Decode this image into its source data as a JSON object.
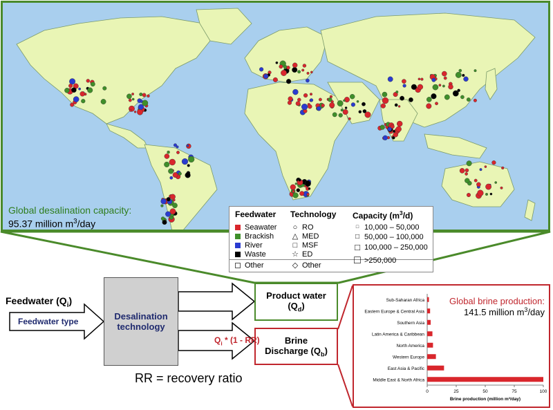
{
  "map": {
    "capacity_label": "Global desalination capacity:",
    "capacity_value": "95.37 million m",
    "capacity_unit_sup": "3",
    "capacity_value_suffix": "/day",
    "ocean_color": "#a9cfee",
    "land_color": "#e9f5b5",
    "border_color": "#4a8a2a"
  },
  "legend": {
    "feedwater": {
      "title": "Feedwater",
      "items": [
        {
          "label": "Seawater",
          "color": "#d9262c"
        },
        {
          "label": "Brackish",
          "color": "#3f8f2a"
        },
        {
          "label": "River",
          "color": "#2a3bd0"
        },
        {
          "label": "Waste",
          "color": "#000000"
        },
        {
          "label": "Other",
          "color": "#ffffff"
        }
      ]
    },
    "technology": {
      "title": "Technology",
      "items": [
        {
          "label": "RO",
          "symbol": "○"
        },
        {
          "label": "MED",
          "symbol": "△"
        },
        {
          "label": "MSF",
          "symbol": "□"
        },
        {
          "label": "ED",
          "symbol": "☆"
        },
        {
          "label": "Other",
          "symbol": "◇"
        }
      ]
    },
    "capacity": {
      "title": "Capacity (m",
      "title_sup": "3",
      "title_suffix": "/d)",
      "items": [
        {
          "label": "10,000 – 50,000"
        },
        {
          "label": "50,000 – 100,000"
        },
        {
          "label": "100,000 – 250,000"
        },
        {
          "label": ">250,000"
        }
      ]
    }
  },
  "flow": {
    "feedwater_label": "Feedwater (Q",
    "feedwater_sub": "i",
    "feedwater_close": ")",
    "feedwater_type": "Feedwater type",
    "tech_label_1": "Desalination",
    "tech_label_2": "technology",
    "product_label": "Product water",
    "product_q": "(Q",
    "product_sub": "d",
    "product_close": ")",
    "ratio_q": "Q",
    "ratio_sub": "i",
    "ratio_rest": " * (1 - RR)",
    "brine_label": "Brine",
    "brine_label_2": "Discharge (Q",
    "brine_sub": "b",
    "brine_close": ")",
    "rr_label": "RR = recovery ratio",
    "green": "#4a8a2a",
    "red": "#c0262d"
  },
  "chart_data": {
    "type": "bar",
    "orientation": "horizontal",
    "title": "Global brine production:",
    "subtitle": "141.5 million m",
    "subtitle_sup": "3",
    "subtitle_suffix": "/day",
    "xlabel": "Brine production (million m³/day)",
    "categories": [
      "Sub-Saharan Africa",
      "Eastern Europe & Central Asia",
      "Southern Asia",
      "Latin America & Caribbean",
      "North America",
      "Western Europe",
      "East Asia & Pacific",
      "Middle East & North Africa"
    ],
    "values": [
      1.5,
      2.5,
      3,
      4.5,
      5,
      7.5,
      14.5,
      100
    ],
    "xlim": [
      0,
      100
    ],
    "xticks": [
      0,
      25,
      50,
      75,
      100
    ],
    "bar_color": "#d9262c"
  }
}
